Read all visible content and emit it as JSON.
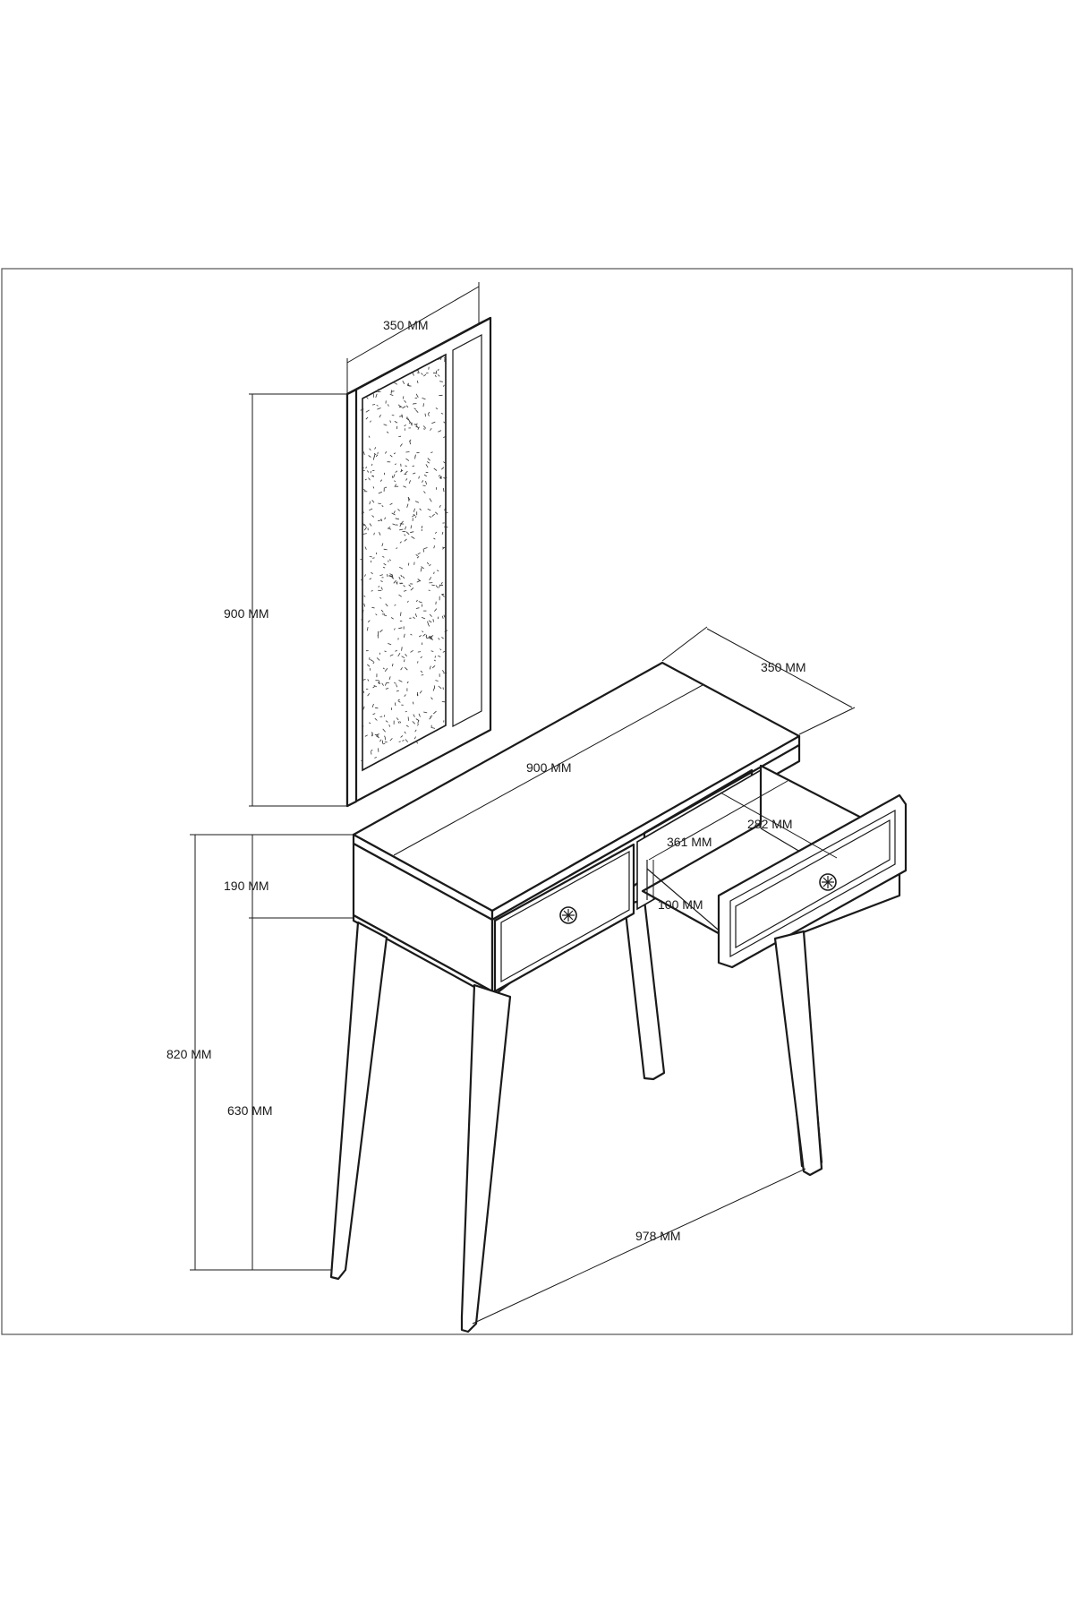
{
  "dimensions": {
    "mirror_width": "350 MM",
    "mirror_height": "900 MM",
    "table_depth": "350 MM",
    "table_width": "900 MM",
    "drawer_depth": "282 MM",
    "drawer_width": "361 MM",
    "drawer_height": "100 MM",
    "apron_height": "190 MM",
    "total_height": "820 MM",
    "leg_height": "630 MM",
    "leg_span": "978 MM"
  }
}
